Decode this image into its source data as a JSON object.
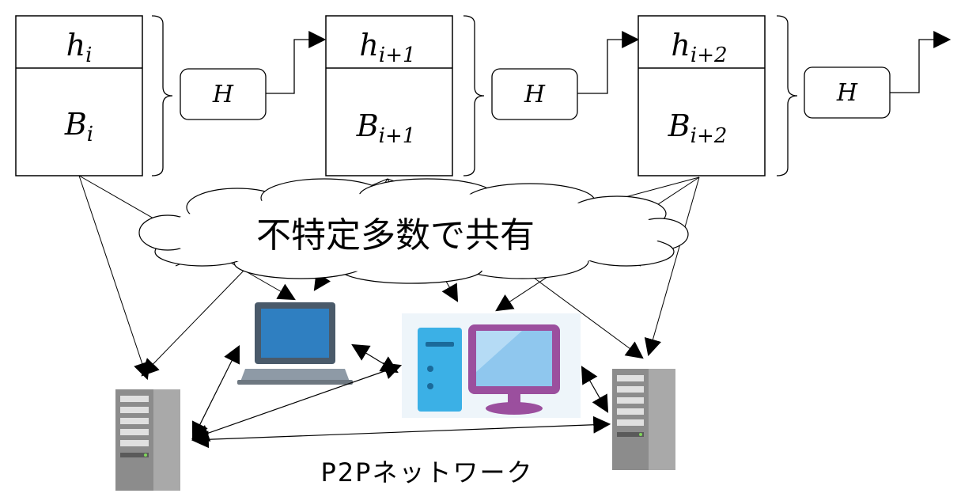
{
  "blocks": [
    {
      "hash": "h",
      "hash_sub": "i",
      "body": "B",
      "body_sub": "i"
    },
    {
      "hash": "h",
      "hash_sub": "i+1",
      "body": "B",
      "body_sub": "i+1"
    },
    {
      "hash": "h",
      "hash_sub": "i+2",
      "body": "B",
      "body_sub": "i+2"
    }
  ],
  "hash_function_label": "H",
  "cloud_label": "不特定多数で共有",
  "network_label": "P2Pネットワーク",
  "colors": {
    "line": "#000000",
    "laptop_screen": "#2f7fc1",
    "laptop_body": "#8e9aa6",
    "desktop_tower": "#3bb0e6",
    "monitor_frame": "#9b4f9e",
    "monitor_screen": "#8fc7ee",
    "server_body": "#a9a9a9",
    "device_background": "#eef5fa"
  }
}
